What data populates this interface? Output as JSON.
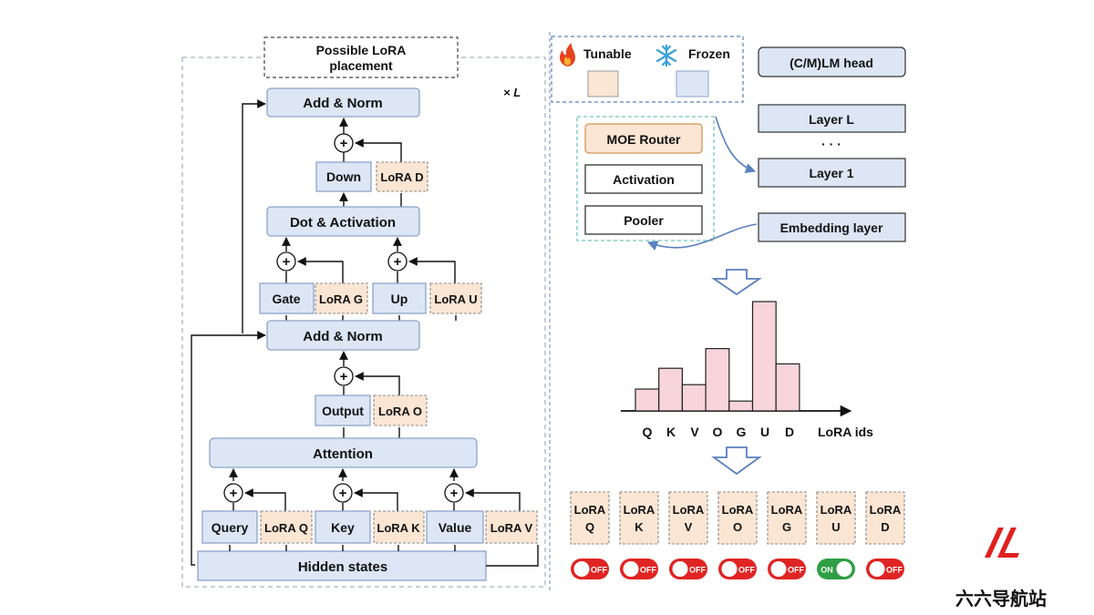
{
  "left": {
    "placement_label_line1": "Possible LoRA",
    "placement_label_line2": "placement",
    "repeat": "× L",
    "add_norm_top": "Add & Norm",
    "down": "Down",
    "lora_d": "LoRA D",
    "dot_activation": "Dot & Activation",
    "gate": "Gate",
    "lora_g": "LoRA G",
    "up": "Up",
    "lora_u": "LoRA U",
    "add_norm_mid": "Add & Norm",
    "output": "Output",
    "lora_o": "LoRA O",
    "attention": "Attention",
    "query": "Query",
    "lora_q": "LoRA Q",
    "key": "Key",
    "lora_k": "LoRA K",
    "value": "Value",
    "lora_v": "LoRA V",
    "hidden_states": "Hidden states"
  },
  "legend": {
    "tunable": "Tunable",
    "frozen": "Frozen",
    "tunable_color": "#fbe5d3",
    "frozen_color": "#dce6f5",
    "tunable_icon": "fire-icon",
    "frozen_icon": "snowflake-icon"
  },
  "router_box": {
    "moe_router": "MOE Router",
    "activation": "Activation",
    "pooler": "Pooler"
  },
  "stack": {
    "head": "(C/M)LM head",
    "layer_l": "Layer L",
    "dots": "· · ·",
    "layer_1": "Layer 1",
    "embedding": "Embedding layer"
  },
  "chart_data": {
    "type": "bar",
    "categories": [
      "Q",
      "K",
      "V",
      "O",
      "G",
      "U",
      "D"
    ],
    "values": [
      0.2,
      0.39,
      0.24,
      0.57,
      0.09,
      1.0,
      0.43
    ],
    "xlabel": "LoRA ids",
    "ylabel": ""
  },
  "modules": [
    {
      "line1": "LoRA",
      "line2": "Q",
      "switch": "OFF",
      "on": false
    },
    {
      "line1": "LoRA",
      "line2": "K",
      "switch": "OFF",
      "on": false
    },
    {
      "line1": "LoRA",
      "line2": "V",
      "switch": "OFF",
      "on": false
    },
    {
      "line1": "LoRA",
      "line2": "O",
      "switch": "OFF",
      "on": false
    },
    {
      "line1": "LoRA",
      "line2": "G",
      "switch": "OFF",
      "on": false
    },
    {
      "line1": "LoRA",
      "line2": "U",
      "switch": "ON",
      "on": true
    },
    {
      "line1": "LoRA",
      "line2": "D",
      "switch": "OFF",
      "on": false
    }
  ],
  "watermark": {
    "text": "六六导航站",
    "color": "#e02020"
  }
}
